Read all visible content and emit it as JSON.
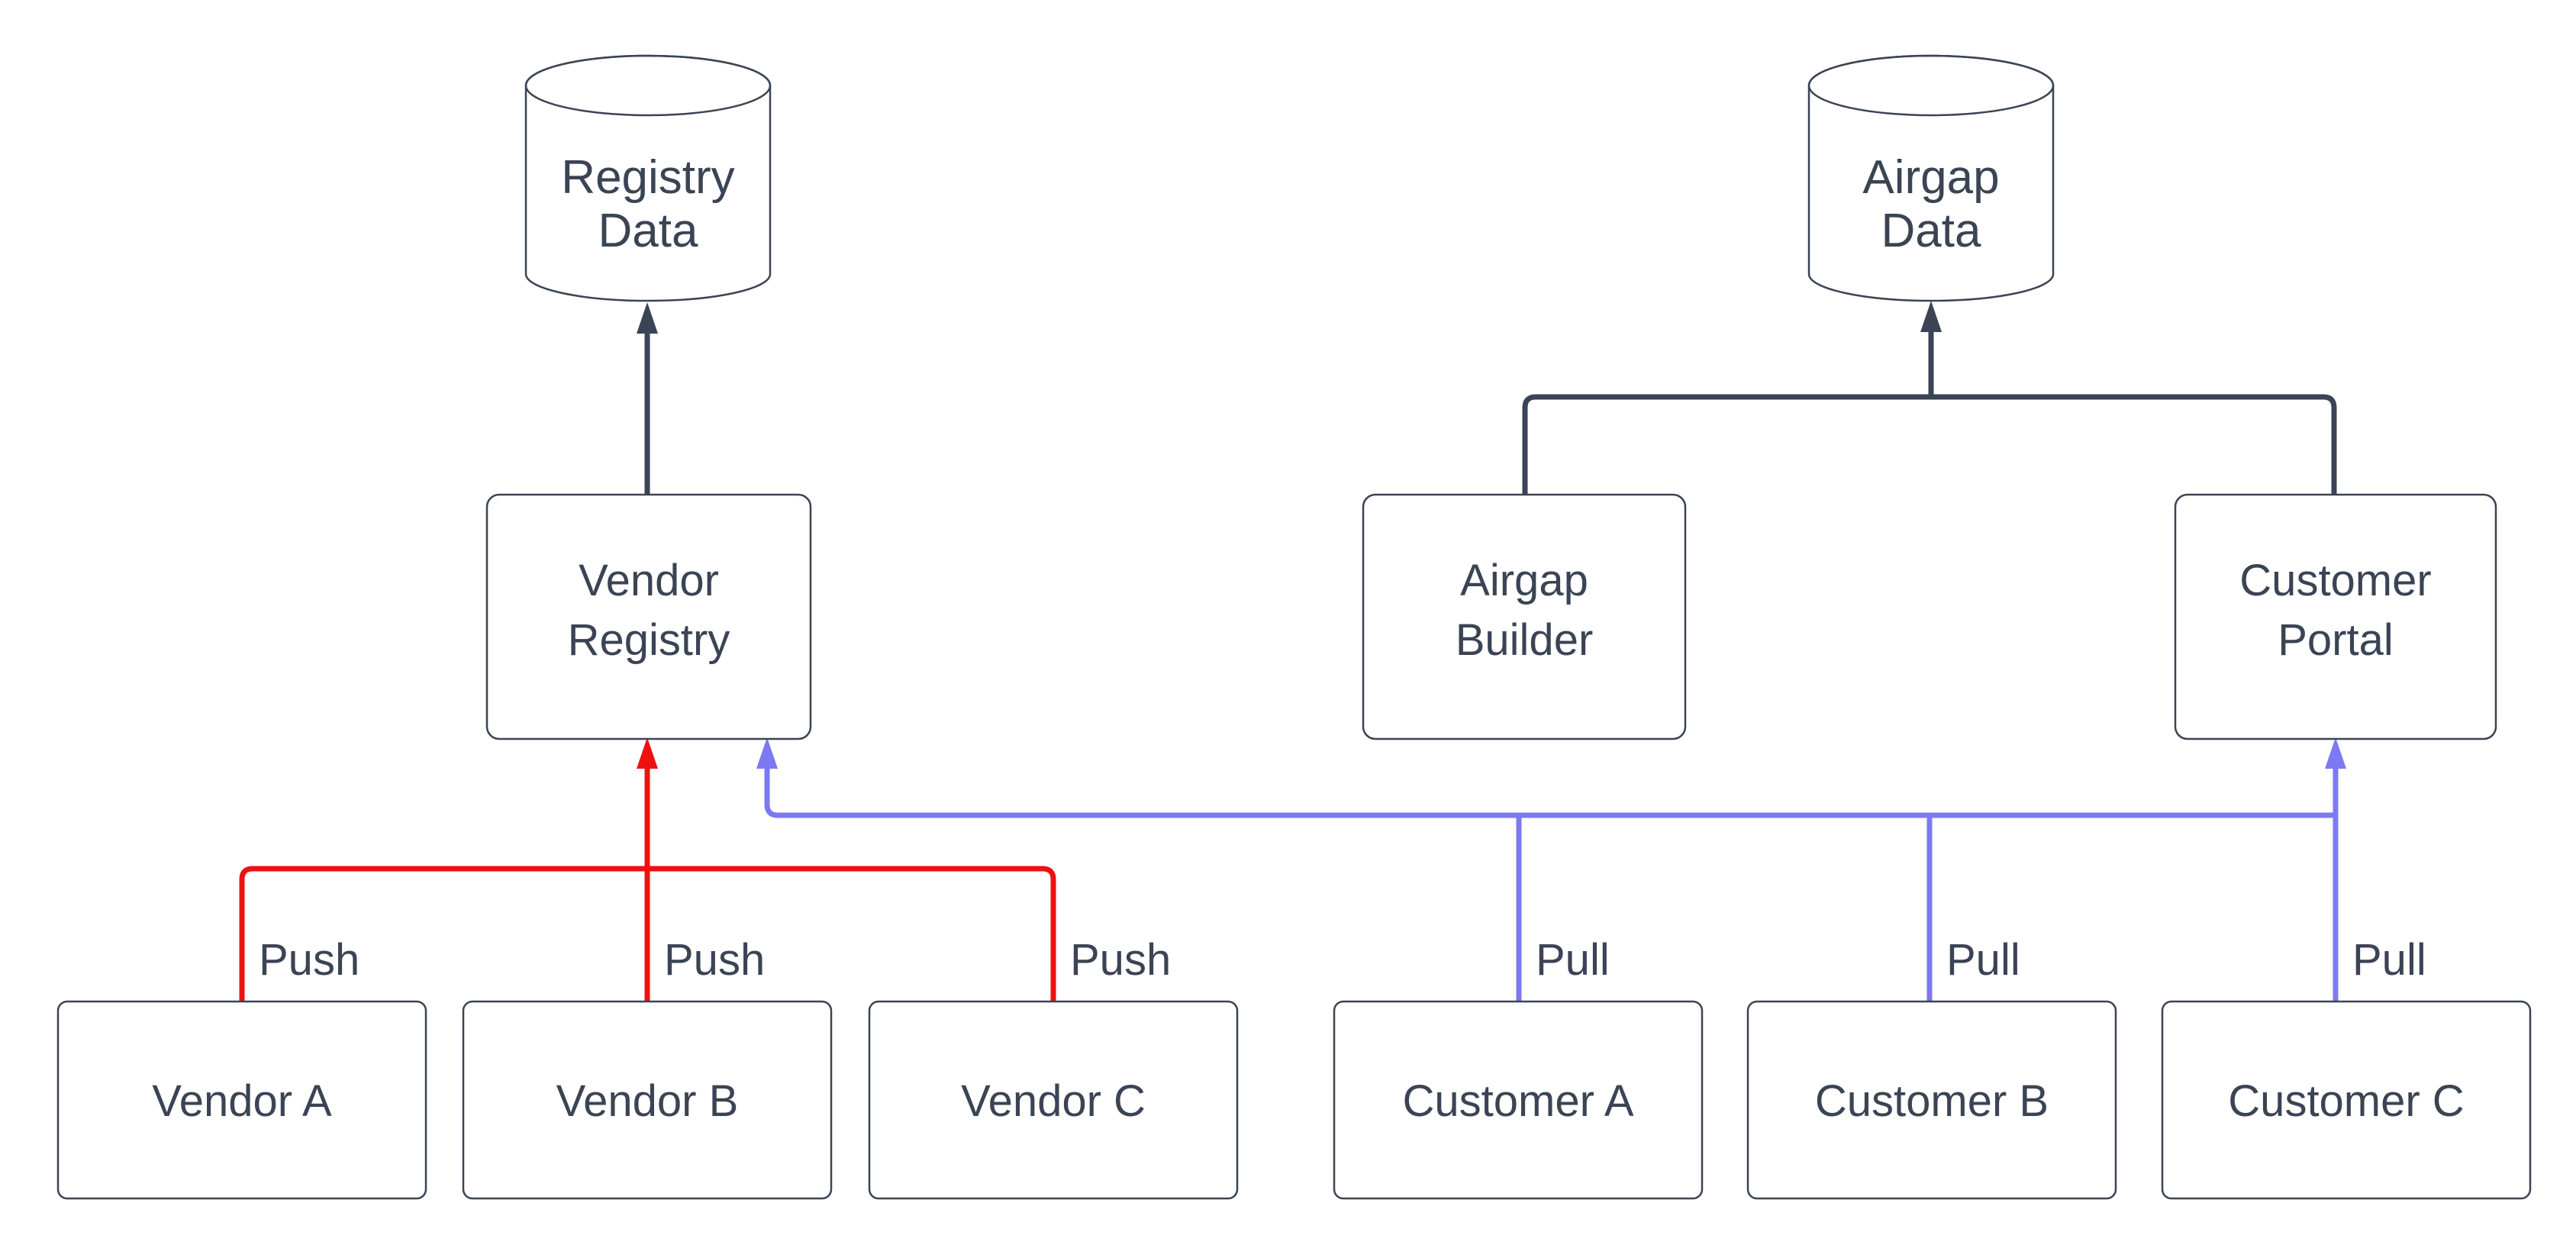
{
  "page": {
    "background": "#ffffff"
  },
  "diagram": {
    "type": "flowchart",
    "colors": {
      "line_default": "#3a4454",
      "line_push": "#ed1111",
      "line_pull": "#7d79f0",
      "node_border": "#3a4454",
      "node_fill": "#ffffff",
      "text": "#3a4454"
    },
    "datastores": [
      {
        "id": "registry-data",
        "line1": "Registry",
        "line2": "Data"
      },
      {
        "id": "airgap-data",
        "line1": "Airgap",
        "line2": "Data"
      }
    ],
    "services": [
      {
        "id": "vendor-registry",
        "line1": "Vendor",
        "line2": "Registry"
      },
      {
        "id": "airgap-builder",
        "line1": "Airgap",
        "line2": "Builder"
      },
      {
        "id": "customer-portal",
        "line1": "Customer",
        "line2": "Portal"
      }
    ],
    "sources": [
      {
        "id": "vendor-a",
        "label": "Vendor A",
        "edge_label": "Push"
      },
      {
        "id": "vendor-b",
        "label": "Vendor B",
        "edge_label": "Push"
      },
      {
        "id": "vendor-c",
        "label": "Vendor C",
        "edge_label": "Push"
      },
      {
        "id": "customer-a",
        "label": "Customer A",
        "edge_label": "Pull"
      },
      {
        "id": "customer-b",
        "label": "Customer B",
        "edge_label": "Pull"
      },
      {
        "id": "customer-c",
        "label": "Customer C",
        "edge_label": "Pull"
      }
    ]
  }
}
